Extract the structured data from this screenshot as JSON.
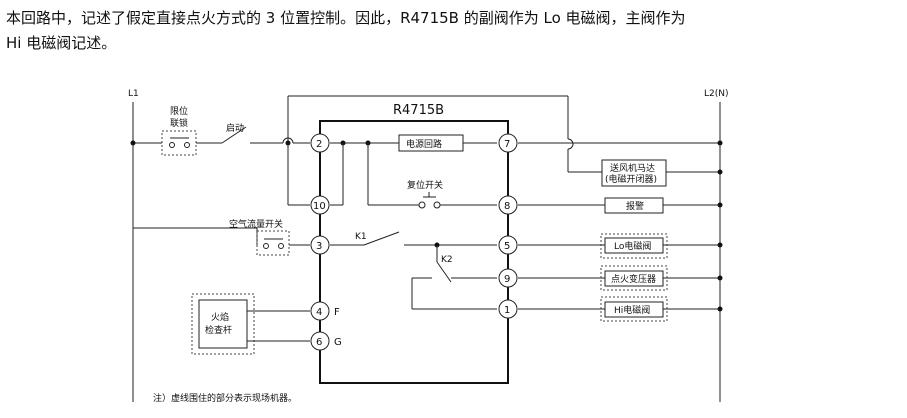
{
  "intro": {
    "line1": "本回路中，记述了假定直接点火方式的 3 位置控制。因此，R4715B 的副阀作为 Lo 电磁阀，主阀作为",
    "line2": "Hi 电磁阀记述。"
  },
  "diagram": {
    "rails": {
      "left": "L1",
      "right": "L2(N)"
    },
    "controller": {
      "title": "R4715B"
    },
    "terminals": [
      "2",
      "10",
      "3",
      "4",
      "6",
      "7",
      "8",
      "5",
      "9",
      "1"
    ],
    "terminal_suffix": {
      "t4": "F",
      "t6": "G"
    },
    "limit_interlock": {
      "line1": "限位",
      "line2": "联锁"
    },
    "start_label": "启动",
    "power_circuit": "电源回路",
    "reset_switch": "复位开关",
    "airflow_switch": "空气流量开关",
    "k1": "K1",
    "k2": "K2",
    "flame_rod": {
      "line1": "火焰",
      "line2": "检查杆"
    },
    "blower": {
      "line1": "送风机马达",
      "line2": "(电磁开闭器)"
    },
    "alarm": "报警",
    "lo_valve": "Lo电磁阀",
    "ignition_transformer": "点火变压器",
    "hi_valve": "Hi电磁阀"
  },
  "note": "注）虚线围住的部分表示现场机器。"
}
